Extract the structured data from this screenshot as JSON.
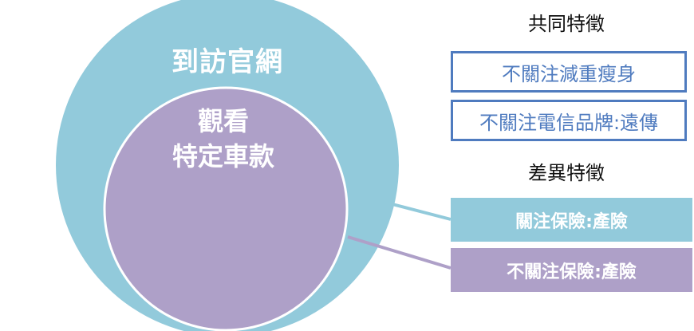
{
  "colors": {
    "outer_circle": "#92cadb",
    "inner_circle": "#aea0c8",
    "outline_box": "#4f7bbf"
  },
  "diagram": {
    "outer_label": "到訪官網",
    "inner_label_line1": "觀看",
    "inner_label_line2": "特定車款"
  },
  "common": {
    "title": "共同特徵",
    "items": [
      "不關注減重瘦身",
      "不關注電信品牌:遠傳"
    ]
  },
  "difference": {
    "title": "差異特徵",
    "outer_item": "關注保險:產險",
    "inner_item": "不關注保險:產險"
  }
}
